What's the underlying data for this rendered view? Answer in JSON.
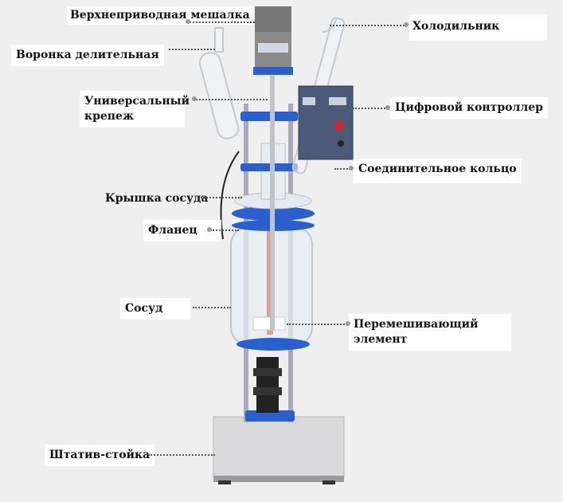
{
  "labels": {
    "overhead_stirrer": "Верхнеприводная мешалка",
    "dropping_funnel": "Воронка делительная",
    "universal_clamp": "Универсальный крепеж",
    "vessel_lid": "Крышка сосуда",
    "flange": "Фланец",
    "vessel": "Сосуд",
    "stand": "Штатив-стойка",
    "condenser": "Холодильник",
    "digital_controller": "Цифровой контроллер",
    "coupling_ring": "Соединительное кольцо",
    "stirring_element": "Перемешивающий элемент"
  },
  "colors": {
    "clamp_blue": "#2a5fd0",
    "background": "#efefef",
    "controller": "#4a5a78"
  }
}
